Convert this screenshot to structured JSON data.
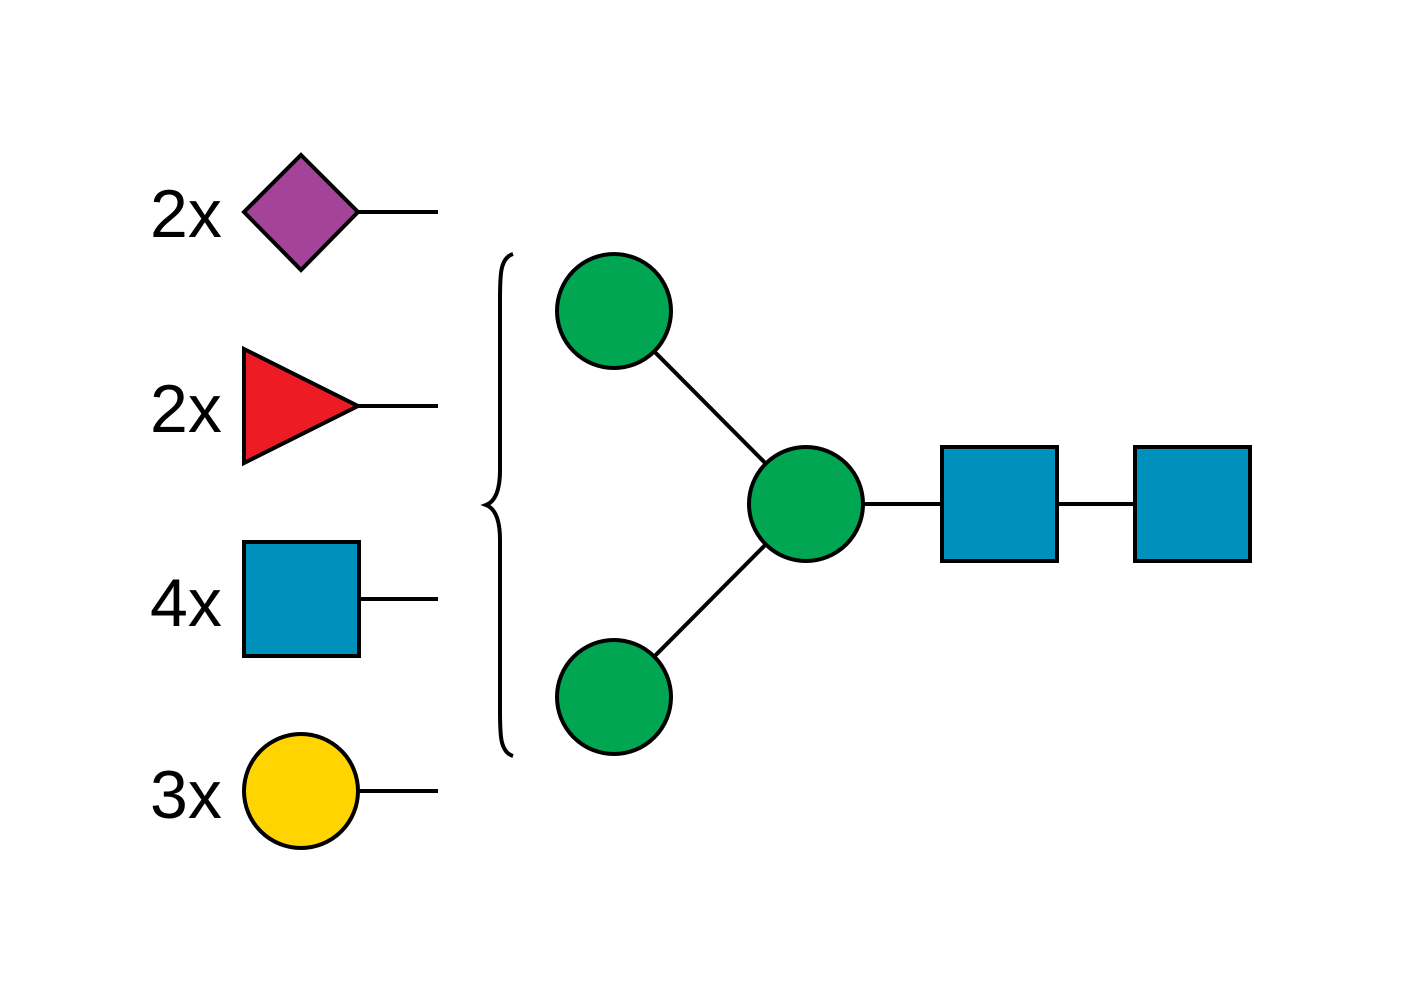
{
  "colors": {
    "neu5ac": "#a54399",
    "fucose": "#ed1c24",
    "glcnac": "#0090bc",
    "galactose": "#ffd400",
    "mannose": "#00a651",
    "stroke": "#000000",
    "background": "#ffffff"
  },
  "legend": {
    "neu5ac": {
      "count": "2x",
      "shape": "purple-diamond-icon"
    },
    "fucose": {
      "count": "2x",
      "shape": "red-triangle-icon"
    },
    "glcnac": {
      "count": "4x",
      "shape": "blue-square-icon"
    },
    "galactose": {
      "count": "3x",
      "shape": "yellow-circle-icon"
    }
  },
  "core": {
    "residues": [
      {
        "id": "mannose-upper",
        "shape": "green-circle-icon"
      },
      {
        "id": "mannose-lower",
        "shape": "green-circle-icon"
      },
      {
        "id": "mannose-branch",
        "shape": "green-circle-icon"
      },
      {
        "id": "glcnac-inner",
        "shape": "blue-square-icon"
      },
      {
        "id": "glcnac-reducing",
        "shape": "blue-square-icon"
      }
    ]
  }
}
